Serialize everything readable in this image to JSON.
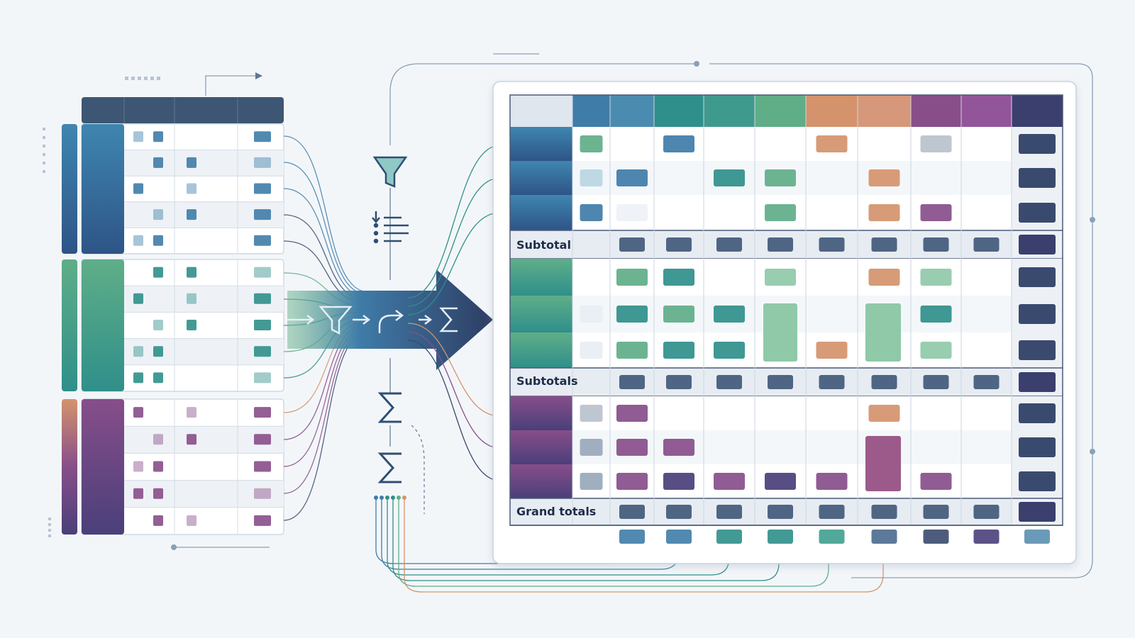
{
  "labels": {
    "subtotal_1": "Subtotal",
    "subtotal_2": "Subtotals",
    "grand_totals": "Grand totals"
  },
  "icons": {
    "pipeline_steps": [
      "filter-icon",
      "arrow-right-icon",
      "transform-icon",
      "arrow-right-icon",
      "sigma-icon"
    ],
    "side_steps": [
      "filter-icon",
      "sort-icon",
      "sigma-icon",
      "sigma-icon"
    ]
  },
  "colors": {
    "blue": "#3f7ca8",
    "teal": "#2f8f8a",
    "green": "#5fae88",
    "orange": "#d4936c",
    "purple": "#874e8a",
    "navy": "#3a4a6e",
    "header": "#3d5673",
    "subtotal": "#4f6584"
  }
}
